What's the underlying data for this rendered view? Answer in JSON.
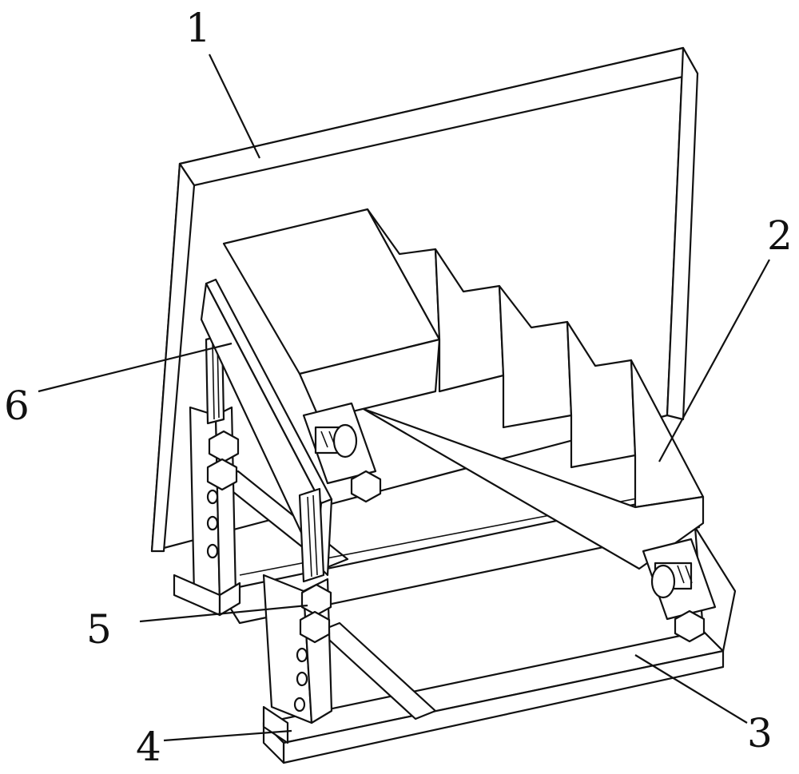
{
  "callouts": [
    {
      "number": "1",
      "part": "back-panel"
    },
    {
      "number": "2",
      "part": "stair-block"
    },
    {
      "number": "3",
      "part": "base-frame"
    },
    {
      "number": "4",
      "part": "upright-post"
    },
    {
      "number": "5",
      "part": "bolt"
    },
    {
      "number": "6",
      "part": "top-rail"
    }
  ]
}
